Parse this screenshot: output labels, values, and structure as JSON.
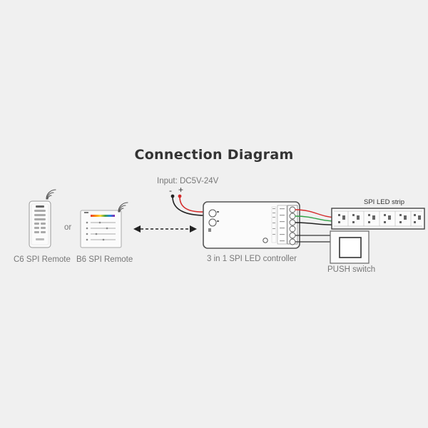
{
  "title": "Connection Diagram",
  "input_label": "Input: DC5V-24V",
  "polarity_minus": "-",
  "polarity_plus": "+",
  "remote_c6_label": "C6 SPI Remote",
  "remote_b6_label": "B6 SPI Remote",
  "or_label": "or",
  "controller_label": "3 in 1 SPI LED controller",
  "strip_label": "SPI  LED strip",
  "switch_label": "PUSH switch",
  "colors": {
    "background": "#f0f0f0",
    "wire_red": "#d42a2a",
    "wire_green": "#2ea043",
    "wire_black": "#222222",
    "text": "#777777"
  }
}
